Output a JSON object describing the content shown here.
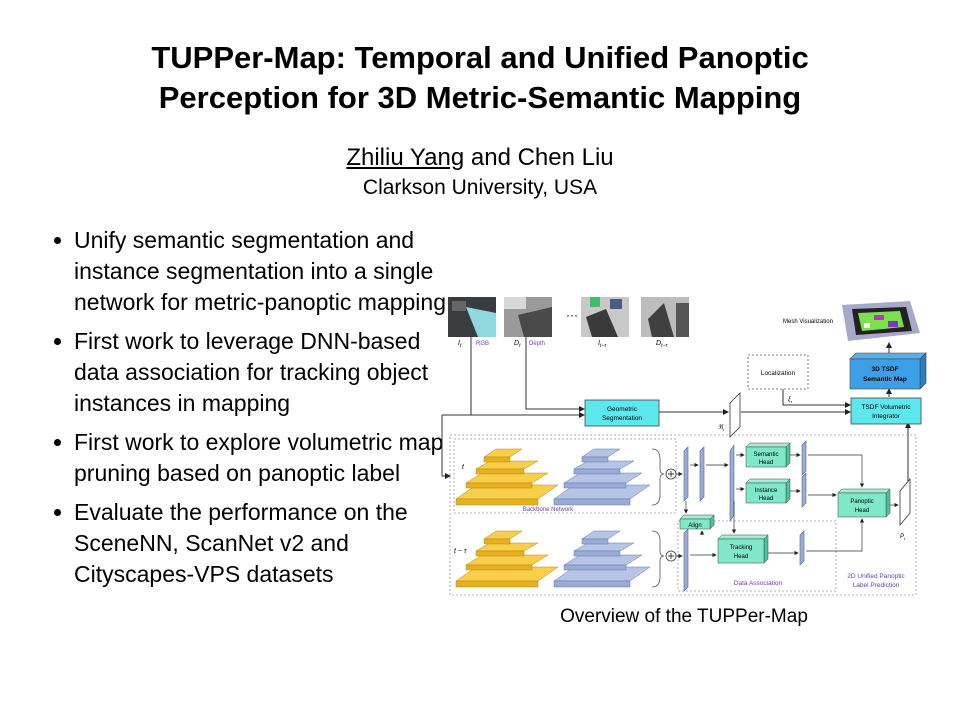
{
  "slide": {
    "title_line1": "TUPPer-Map: Temporal and Unified Panoptic",
    "title_line2": "Perception for 3D Metric-Semantic Mapping",
    "author_underlined": "Zhiliu Yang",
    "author_rest": " and Chen Liu",
    "affiliation": "Clarkson University, USA",
    "bullets": [
      "Unify semantic segmentation and instance segmentation into a single network for metric-panoptic mapping",
      "First work to leverage DNN-based data association for tracking object instances in mapping",
      "First work to explore volumetric map pruning based on panoptic label",
      "Evaluate the performance on the SceneNN, ScanNet v2 and Cityscapes-VPS datasets"
    ],
    "caption": "Overview of the TUPPer-Map"
  },
  "diagram": {
    "inputs": {
      "rgb_symbol": "I",
      "rgb_sub": "t",
      "rgb_label": "RGB",
      "depth_symbol": "D",
      "depth_sub": "t",
      "depth_label": "Depth",
      "ellipsis": "···",
      "prev_rgb_symbol": "I",
      "prev_rgb_sub": "t−τ",
      "prev_depth_symbol": "D",
      "prev_depth_sub": "t−τ"
    },
    "mesh_label": "Mesh Visualization",
    "localization_label": "Localization",
    "pose_symbol": "ξ",
    "pose_sub": "t",
    "geo_seg_line1": "Geometric",
    "geo_seg_line2": "Segmentation",
    "seg_symbol": "ℜ",
    "seg_sub": "t",
    "tsdf_map_line1": "3D TSDF",
    "tsdf_map_line2": "Semantic Map",
    "integrator_line1": "TSDF Volumetric",
    "integrator_line2": "Integrator",
    "time_t": "t",
    "time_t_tau": "t − τ",
    "backbone_label": "Backbone Network",
    "semantic_head_line1": "Semantic",
    "semantic_head_line2": "Head",
    "instance_head_line1": "Instance",
    "instance_head_line2": "Head",
    "panoptic_head_line1": "Panoptic",
    "panoptic_head_line2": "Head",
    "align_label": "Align",
    "tracking_head_line1": "Tracking",
    "tracking_head_line2": "Head",
    "panoptic_symbol": "P",
    "panoptic_sub": "t",
    "data_assoc_label": "Data Association",
    "unified_line1": "2D Unified Panoptic",
    "unified_line2": "Label Prediction",
    "colors": {
      "cyan": "#5ce8ee",
      "blue_box": "#3da0e6",
      "teal": "#7ee8c8",
      "yellow": "#f2bf2c",
      "slate": "#9aabd6",
      "purple_label": "#6a3fa0"
    }
  }
}
